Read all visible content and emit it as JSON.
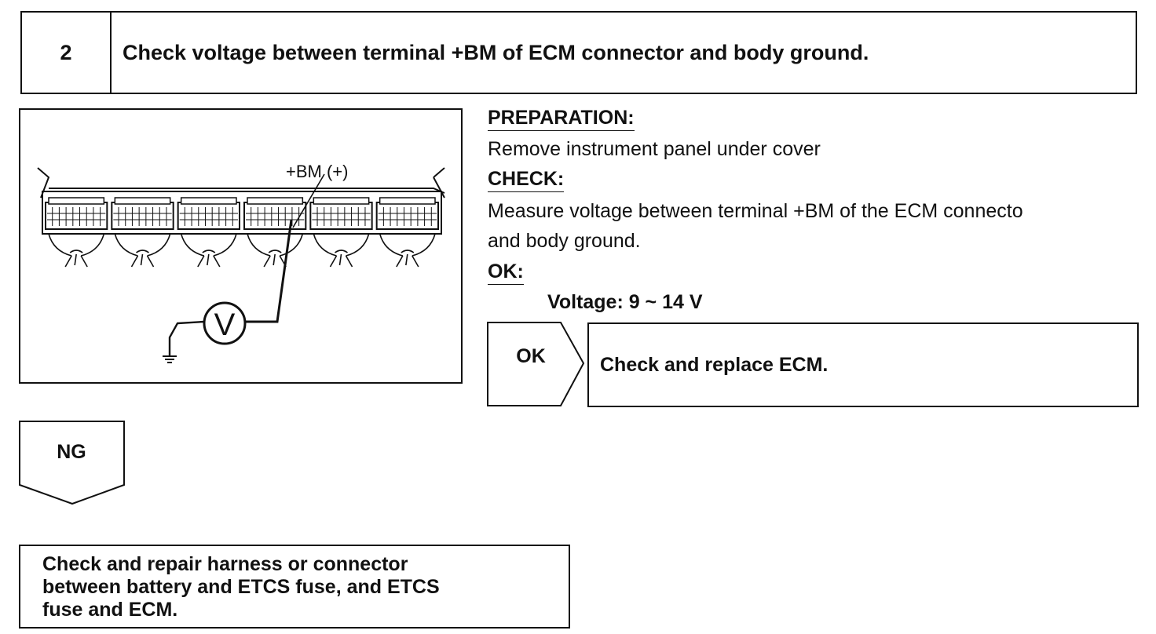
{
  "step": {
    "number": "2",
    "title": "Check voltage between terminal +BM of ECM connector and body ground."
  },
  "diagram": {
    "terminal_label": "+BM (+)",
    "meter_symbol": "V",
    "connector_count": 6
  },
  "instructions": {
    "preparation_heading": "PREPARATION:",
    "preparation_text": "Remove instrument panel under cover",
    "check_heading": "CHECK:",
    "check_text_line1": "Measure voltage between terminal +BM of the ECM connecto",
    "check_text_line2": "and body ground.",
    "ok_heading": "OK:",
    "ok_spec": "Voltage: 9 ~ 14 V"
  },
  "ok_branch": {
    "label": "OK",
    "result": "Check and replace ECM."
  },
  "ng_branch": {
    "label": "NG",
    "result_lines": [
      "Check and repair harness or connector",
      "between battery and ETCS fuse, and ETCS",
      "fuse and ECM."
    ]
  }
}
